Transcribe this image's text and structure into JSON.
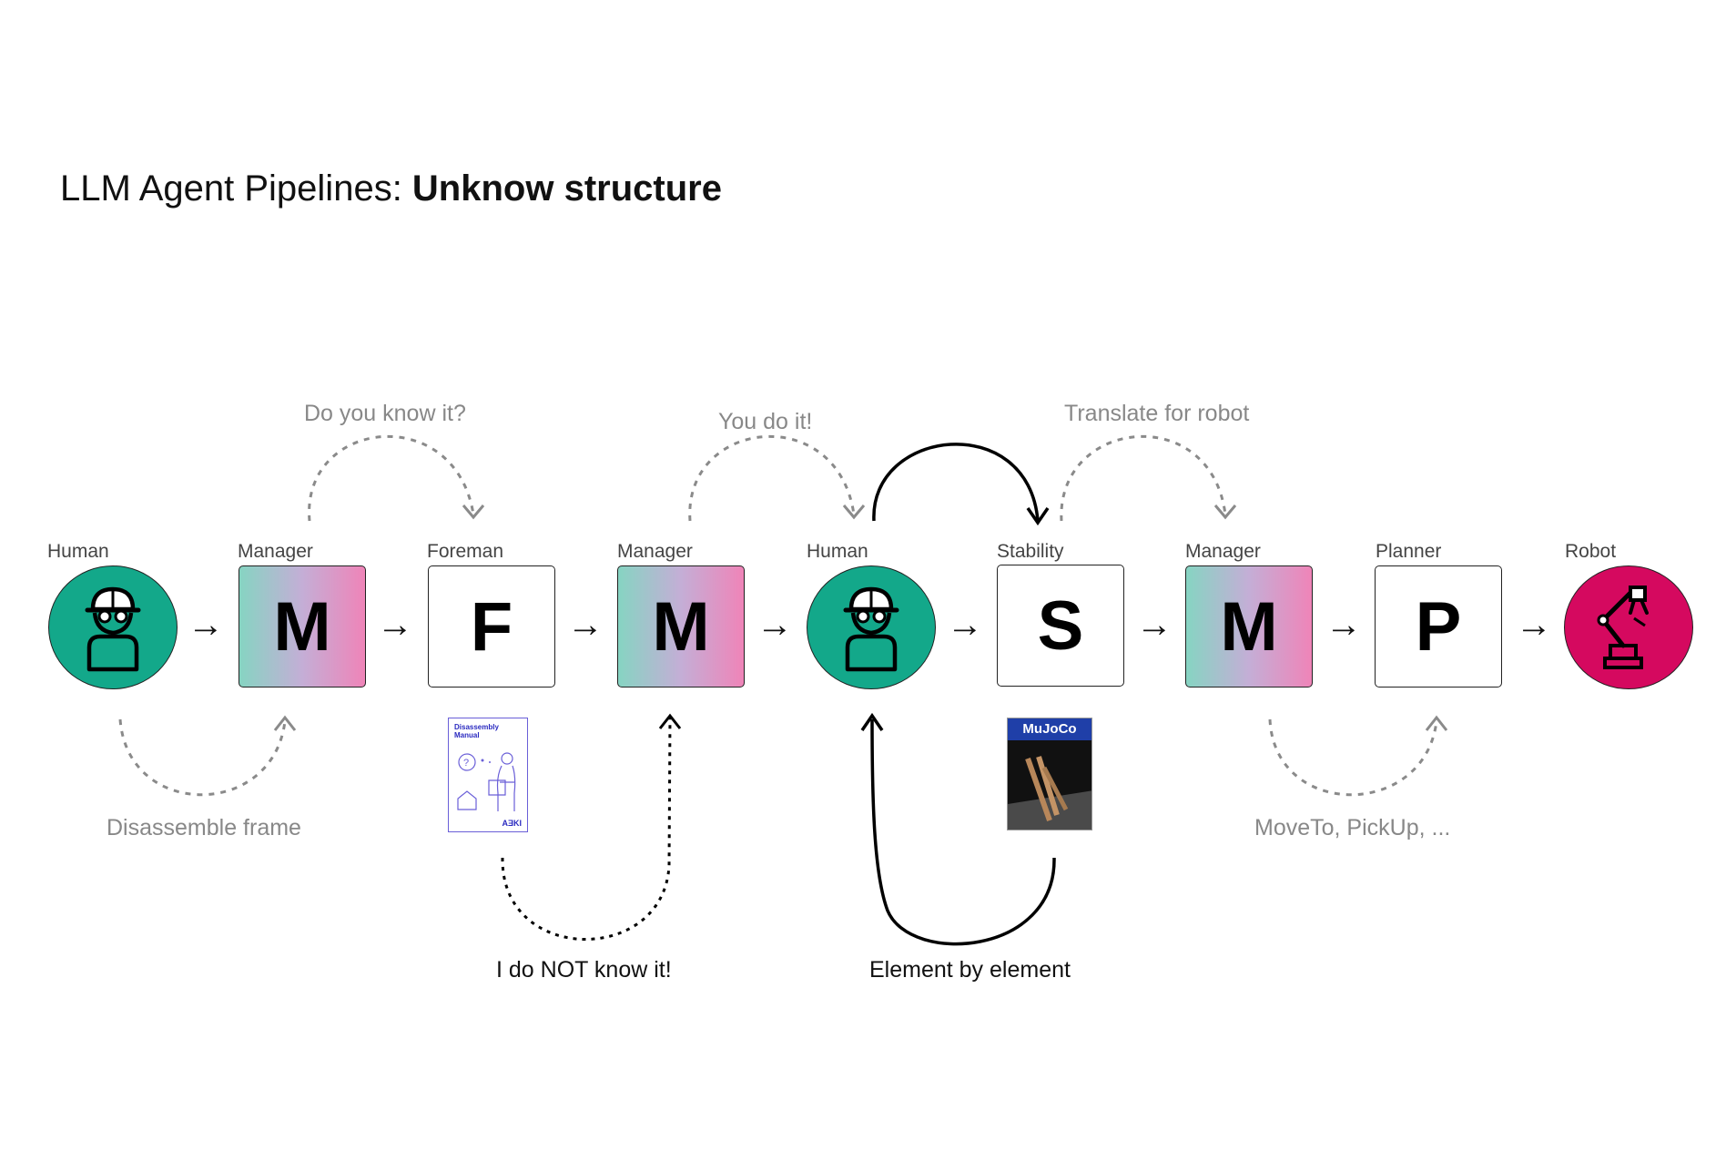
{
  "title": {
    "prefix": "LLM Agent Pipelines: ",
    "bold": "Unknow structure"
  },
  "nodes": [
    {
      "label": "Human",
      "kind": "circle",
      "icon": "worker-icon"
    },
    {
      "label": "Manager",
      "kind": "box",
      "letter": "M"
    },
    {
      "label": "Foreman",
      "kind": "box",
      "letter": "F"
    },
    {
      "label": "Manager",
      "kind": "box",
      "letter": "M"
    },
    {
      "label": "Human",
      "kind": "circle",
      "icon": "worker-icon"
    },
    {
      "label": "Stability",
      "kind": "box",
      "letter": "S"
    },
    {
      "label": "Manager",
      "kind": "box",
      "letter": "M"
    },
    {
      "label": "Planner",
      "kind": "box",
      "letter": "P"
    },
    {
      "label": "Robot",
      "kind": "circle",
      "icon": "robot-arm-icon"
    }
  ],
  "captions": {
    "do_you_know": "Do you know it?",
    "you_do_it": "You do it!",
    "translate": "Translate for robot",
    "disassemble": "Disassemble frame",
    "not_know": "I do NOT know it!",
    "element": "Element by element",
    "moveto": "MoveTo, PickUp, ..."
  },
  "manual": {
    "title_line1": "Disassembly",
    "title_line2": "Manual",
    "brand": "AƎKI"
  },
  "mujoco": {
    "label": "MuJoCo"
  },
  "colors": {
    "human": "#13a88a",
    "robot": "#d5095f",
    "gradient_start": "#86d4c2",
    "gradient_mid": "#c4aed6",
    "gradient_end": "#ef84b8",
    "dashed_grey": "#8a8a8a"
  }
}
